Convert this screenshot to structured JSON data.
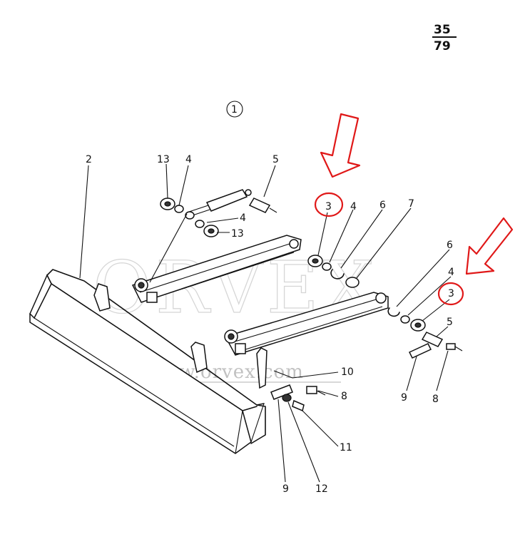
{
  "page_number": {
    "numerator": "35",
    "denominator": "79"
  },
  "view_number": "1",
  "watermark": {
    "brand": "ORVEX",
    "url": "www.orvex.com"
  },
  "callouts": [
    {
      "id": "c2",
      "text": "2"
    },
    {
      "id": "c13a",
      "text": "13"
    },
    {
      "id": "c4a",
      "text": "4"
    },
    {
      "id": "c5a",
      "text": "5"
    },
    {
      "id": "c4b",
      "text": "4"
    },
    {
      "id": "c13b",
      "text": "13"
    },
    {
      "id": "c3a",
      "text": "3"
    },
    {
      "id": "c4c",
      "text": "4"
    },
    {
      "id": "c6a",
      "text": "6"
    },
    {
      "id": "c7",
      "text": "7"
    },
    {
      "id": "c6b",
      "text": "6"
    },
    {
      "id": "c4d",
      "text": "4"
    },
    {
      "id": "c3b",
      "text": "3"
    },
    {
      "id": "c5b",
      "text": "5"
    },
    {
      "id": "c9a",
      "text": "9"
    },
    {
      "id": "c8a",
      "text": "8"
    },
    {
      "id": "c10",
      "text": "10"
    },
    {
      "id": "c8b",
      "text": "8"
    },
    {
      "id": "c11",
      "text": "11"
    },
    {
      "id": "c9b",
      "text": "9"
    },
    {
      "id": "c12",
      "text": "12"
    }
  ],
  "highlight_color": "#e01818"
}
